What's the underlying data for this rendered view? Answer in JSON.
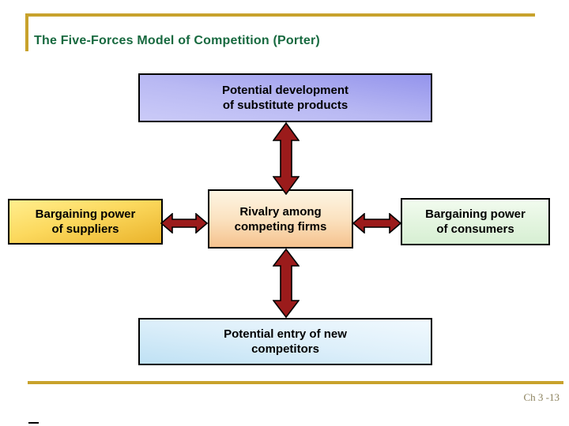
{
  "slide": {
    "title": "The Five-Forces Model of Competition (Porter)",
    "page_number": "Ch 3 -13"
  },
  "diagram": {
    "boxes": {
      "substitutes": {
        "line1": "Potential development",
        "line2": "of substitute products"
      },
      "suppliers": {
        "line1": "Bargaining power",
        "line2": "of suppliers"
      },
      "rivalry": {
        "line1": "Rivalry among",
        "line2": "competing firms"
      },
      "consumers": {
        "line1": "Bargaining power",
        "line2": "of consumers"
      },
      "entrants": {
        "line1": "Potential entry of new",
        "line2": "competitors"
      }
    },
    "connectors": [
      "double-arrow-substitutes-rivalry",
      "double-arrow-suppliers-rivalry",
      "double-arrow-rivalry-consumers",
      "double-arrow-rivalry-entrants"
    ]
  },
  "colors": {
    "accent_gold": "#C8A22C",
    "title_green": "#17693F",
    "arrow_red": "#9B1B1B",
    "box_border": "#000000",
    "footer_text": "#8B815C"
  }
}
